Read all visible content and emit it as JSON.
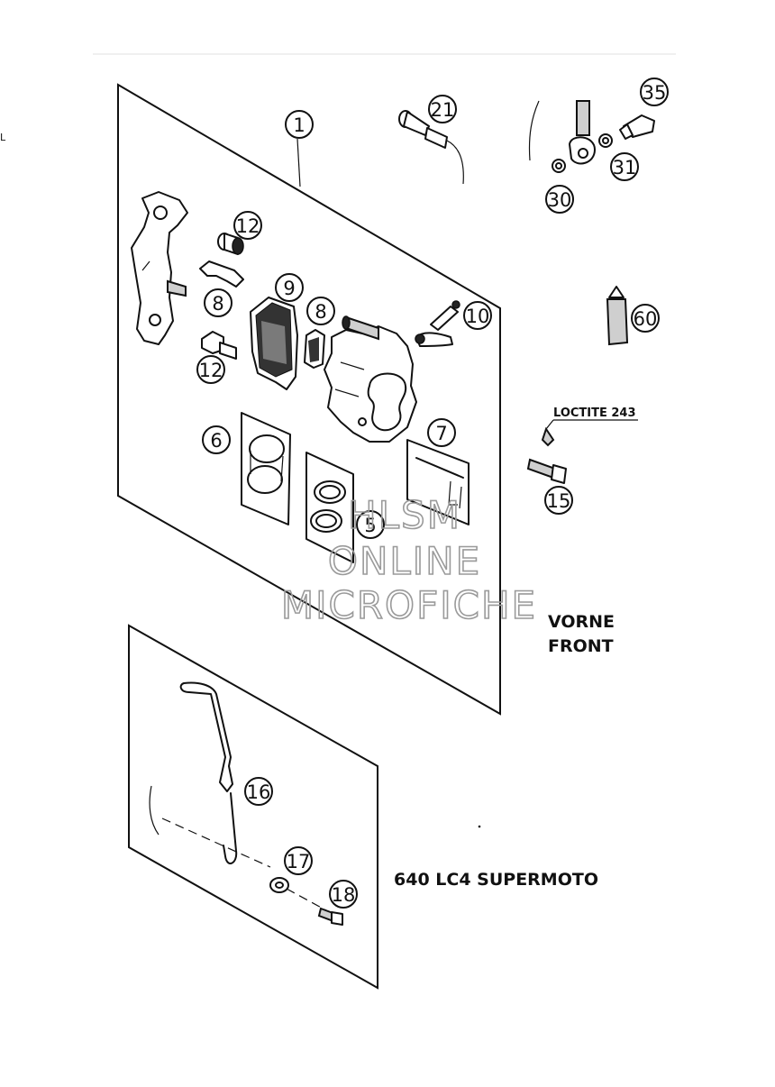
{
  "edge_mark": "L",
  "callouts": [
    {
      "id": "c1",
      "label": "1"
    },
    {
      "id": "c21",
      "label": "21"
    },
    {
      "id": "c35",
      "label": "35"
    },
    {
      "id": "c31",
      "label": "31"
    },
    {
      "id": "c30",
      "label": "30"
    },
    {
      "id": "c12a",
      "label": "12"
    },
    {
      "id": "c8a",
      "label": "8"
    },
    {
      "id": "c9",
      "label": "9"
    },
    {
      "id": "c8b",
      "label": "8"
    },
    {
      "id": "c10",
      "label": "10"
    },
    {
      "id": "c12b",
      "label": "12"
    },
    {
      "id": "c60",
      "label": "60"
    },
    {
      "id": "c6",
      "label": "6"
    },
    {
      "id": "c7",
      "label": "7"
    },
    {
      "id": "c5",
      "label": "5"
    },
    {
      "id": "c15",
      "label": "15"
    },
    {
      "id": "c16",
      "label": "16"
    },
    {
      "id": "c17",
      "label": "17"
    },
    {
      "id": "c18",
      "label": "18"
    }
  ],
  "labels": {
    "loctite": "LOCTITE 243",
    "vorne": "VORNE",
    "front": "FRONT",
    "model": "640 LC4 SUPERMOTO"
  },
  "watermark": {
    "line1": "HLSM",
    "line2": "ONLINE",
    "line3": "MICROFICHE"
  }
}
